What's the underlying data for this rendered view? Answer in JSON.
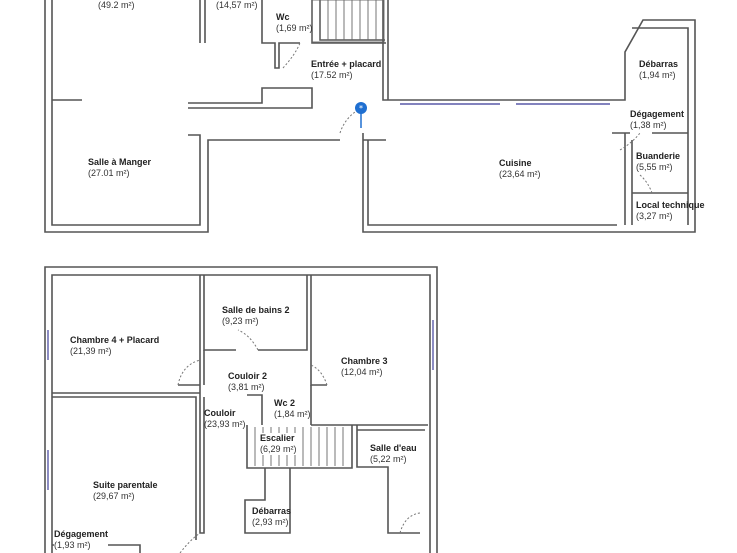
{
  "rooms": [
    {
      "name": "",
      "area": "(49.2 m²)"
    },
    {
      "name": "",
      "area": "(14,57 m²)"
    },
    {
      "name": "Wc",
      "area": "(1,69 m²)"
    },
    {
      "name": "Entrée + placard",
      "area": "(17.52 m²)"
    },
    {
      "name": "Salle à Manger",
      "area": "(27.01 m²)"
    },
    {
      "name": "Débarras",
      "area": "(1,94 m²)"
    },
    {
      "name": "Dégagement",
      "area": "(1,38 m²)"
    },
    {
      "name": "Cuisine",
      "area": "(23,64 m²)"
    },
    {
      "name": "Buanderie",
      "area": "(5,55 m²)"
    },
    {
      "name": "Local technique",
      "area": "(3,27 m²)"
    },
    {
      "name": "Salle de bains 2",
      "area": "(9,23 m²)"
    },
    {
      "name": "Chambre 4 + Placard",
      "area": "(21,39 m²)"
    },
    {
      "name": "Chambre 3",
      "area": "(12,04 m²)"
    },
    {
      "name": "Couloir 2",
      "area": "(3,81 m²)"
    },
    {
      "name": "Wc 2",
      "area": "(1,84 m²)"
    },
    {
      "name": "Couloir",
      "area": "(23,93 m²)"
    },
    {
      "name": "Escalier",
      "area": "(6,29 m²)"
    },
    {
      "name": "Salle d'eau",
      "area": "(5,22 m²)"
    },
    {
      "name": "Suite parentale",
      "area": "(29,67 m²)"
    },
    {
      "name": "Débarras",
      "area": "(2,93 m²)"
    },
    {
      "name": "Dégagement",
      "area": "(1,93 m²)"
    }
  ],
  "markers": [
    {
      "icon": "location-pin-icon",
      "color": "#1f6fd1"
    }
  ],
  "colors": {
    "wall": "#555555",
    "window": "#5a5aa8"
  }
}
